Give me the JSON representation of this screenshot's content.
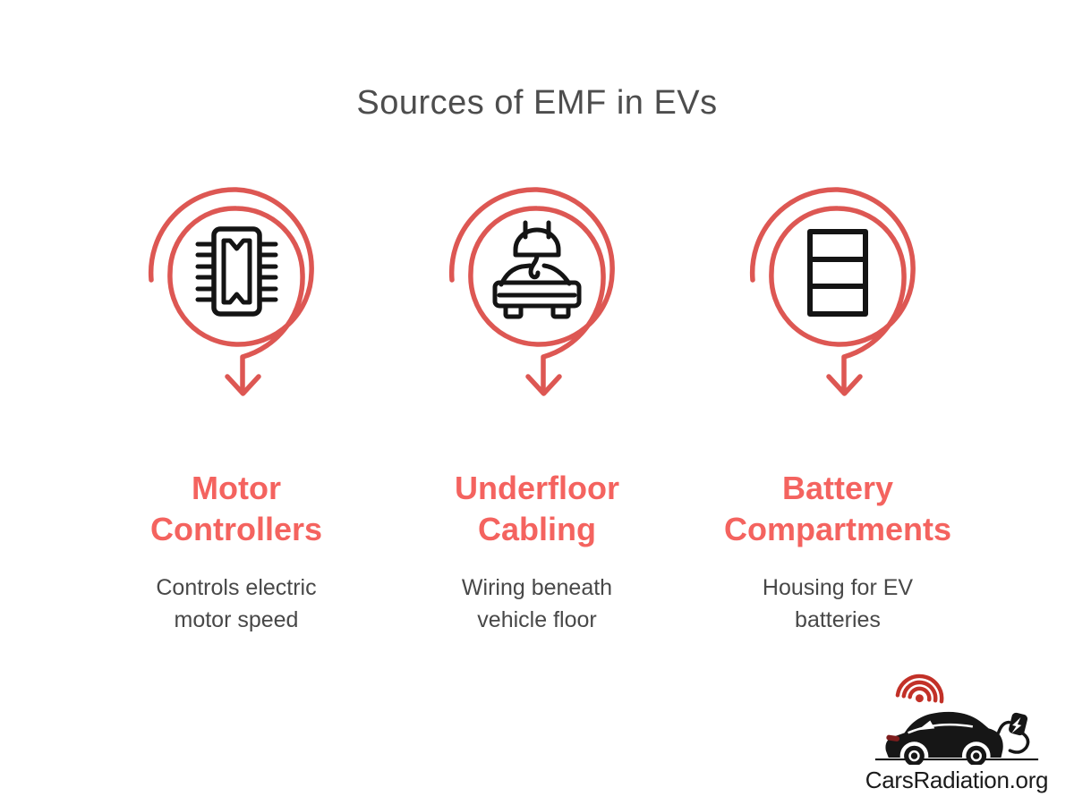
{
  "title": "Sources of EMF in EVs",
  "columns": [
    {
      "icon": "chip-icon",
      "heading": "Motor\nControllers",
      "description": "Controls electric\nmotor speed"
    },
    {
      "icon": "ev-car-charging-icon",
      "heading": "Underfloor\nCabling",
      "description": "Wiring beneath\nvehicle floor"
    },
    {
      "icon": "battery-icon",
      "heading": "Battery\nCompartments",
      "description": "Housing for EV\nbatteries"
    }
  ],
  "footer": {
    "brand": "CarsRadiation.org"
  },
  "colors": {
    "accent_spiral": "#dd5753",
    "accent_heading": "#f4635f",
    "title_text": "#4d4d4d",
    "body_text": "#484848",
    "icon_ink": "#141414",
    "logo_wave_red": "#c23128"
  }
}
